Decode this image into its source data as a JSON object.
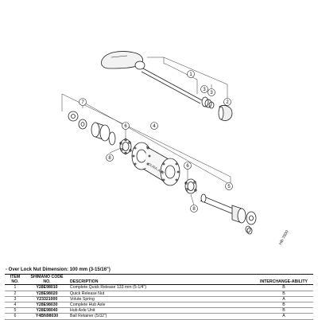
{
  "callouts": [
    "1",
    "2",
    "3",
    "4",
    "5",
    "6",
    "7",
    "8"
  ],
  "hub_logo_text": "DURA-ACE",
  "ref_code": "HB-7800",
  "spec_line": "- Over Lock Nut Dimension: 100 mm (3-15/16\")",
  "table": {
    "headers": {
      "item": "ITEM NO.",
      "code": "SHIMANO CODE NO.",
      "desc": "DESCRIPTION",
      "inter": "INTERCHANGE-ABILITY"
    },
    "rows": [
      {
        "item": "1",
        "code": "Y28E98010",
        "desc": "Complete Quick Release 133 mm (5-1/4\")",
        "inter": "B"
      },
      {
        "item": "2",
        "code": "Y28E98020",
        "desc": "Quick Release Nut",
        "inter": "B"
      },
      {
        "item": "3",
        "code": "Y23321000",
        "desc": "Volute Spring",
        "inter": "A"
      },
      {
        "item": "4",
        "code": "Y28E98030",
        "desc": "Complete Hub Axle",
        "inter": "B"
      },
      {
        "item": "5",
        "code": "Y28E98040",
        "desc": "Hub Axle Unit",
        "inter": "B"
      },
      {
        "item": "6",
        "code": "Y4BN98030",
        "desc": "Ball Retainer (5/32\")",
        "inter": "A"
      }
    ]
  }
}
